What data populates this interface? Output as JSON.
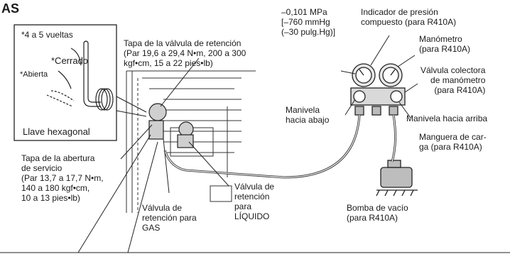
{
  "page": {
    "corner_heading": "AS"
  },
  "inset": {
    "turns_note": "*4 a 5 vueltas",
    "closed_label": "*Cerrado",
    "open_label": "*Abierta",
    "hex_key_label": "Llave hexagonal"
  },
  "labels": {
    "check_valve_cap": {
      "line1": "Tapa de la válvula de retención",
      "line2": "(Par 19,6 a 29,4 N•m, 200 a 300",
      "line3": "kgf•cm, 15 a 22 pies•lb)"
    },
    "service_port_cap": {
      "line1": "Tapa de la abertura",
      "line2": "de servicio",
      "line3": "(Par 13,7 a 17,7 N•m,",
      "line4": "140 a 180 kgf•cm,",
      "line5": "10 a 13 pies•lb)"
    },
    "gas_valve": {
      "line1": "Válvula de",
      "line2": "retención para",
      "line3": "GAS"
    },
    "liquid_valve": {
      "line1": "Válvula de",
      "line2": "retención",
      "line3": "para",
      "line4": "LÍQUIDO"
    },
    "vacuum_reading": {
      "line1": "–0,101 MPa",
      "line2": "[–760 mmHg",
      "line3": "(–30 pulg.Hg)]"
    },
    "compound_gauge": {
      "line1": "Indicador de presión",
      "line2": "compuesto (para R410A)"
    },
    "manometer": {
      "line1": "Manómetro",
      "line2": "(para R410A)"
    },
    "manifold_valve": {
      "line1": "Válvula colectora",
      "line2": "de manómetro",
      "line3": "(para R410A)"
    },
    "handle_down": {
      "line1": "Manivela",
      "line2": "hacia abajo"
    },
    "handle_up": "Manivela hacia arriba",
    "charge_hose": {
      "line1": "Manguera de car-",
      "line2": "ga (para R410A)"
    },
    "vacuum_pump": {
      "line1": "Bomba de vacío",
      "line2": "(para R410A)"
    }
  }
}
